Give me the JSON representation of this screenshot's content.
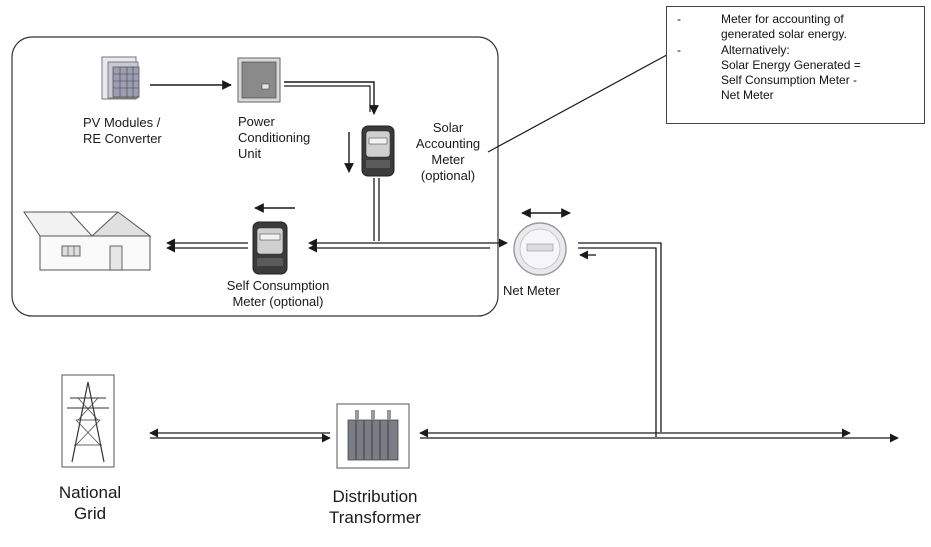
{
  "labels": {
    "pv_modules": "PV Modules /\nRE Converter",
    "pcu": "Power\nConditioning\nUnit",
    "solar_meter": "Solar\nAccounting\nMeter\n(optional)",
    "self_meter": "Self Consumption\nMeter (optional)",
    "net_meter": "Net Meter",
    "national_grid": "National\nGrid",
    "transformer": "Distribution\nTransformer"
  },
  "note": {
    "line1": "Meter for accounting of\ngenerated solar energy.",
    "line2": "Alternatively:\nSolar Energy Generated =\nSelf Consumption Meter -\nNet Meter",
    "bullet": "-"
  },
  "icons": {
    "pv": "solar-panel-icon",
    "pcu": "inverter-icon",
    "meter": "electric-meter-icon",
    "net_meter": "round-meter-icon",
    "house": "house-icon",
    "tower": "transmission-tower-icon",
    "transformer": "transformer-icon"
  },
  "colors": {
    "line": "#1a1a1a",
    "box_border": "#333333"
  }
}
